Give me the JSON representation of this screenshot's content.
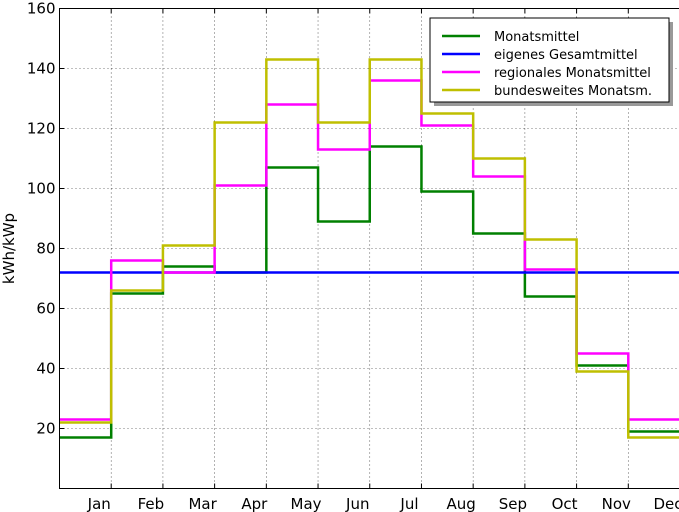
{
  "chart_data": {
    "type": "line",
    "step": "post",
    "categories": [
      "Jan",
      "Feb",
      "Mar",
      "Apr",
      "May",
      "Jun",
      "Jul",
      "Aug",
      "Sep",
      "Oct",
      "Nov",
      "Dec"
    ],
    "ylabel": "kWh/kWp",
    "ylim": [
      0,
      160
    ],
    "yticks": [
      20,
      40,
      60,
      80,
      100,
      120,
      140,
      160
    ],
    "grid": true,
    "legend_position": "top-right",
    "series": [
      {
        "name": "Monatsmittel",
        "color": "#008000",
        "values": [
          17,
          65,
          74,
          72,
          107,
          89,
          114,
          99,
          85,
          64,
          41,
          19
        ]
      },
      {
        "name": "eigenes Gesamtmittel",
        "color": "#0000ff",
        "values": [
          72,
          72,
          72,
          72,
          72,
          72,
          72,
          72,
          72,
          72,
          72,
          72
        ]
      },
      {
        "name": "regionales Monatsmittel",
        "color": "#ff00ff",
        "values": [
          23,
          76,
          72,
          101,
          128,
          113,
          136,
          121,
          104,
          73,
          45,
          23
        ]
      },
      {
        "name": "bundesweites Monatsm.",
        "color": "#bfbf00",
        "values": [
          22,
          66,
          81,
          122,
          143,
          122,
          143,
          125,
          110,
          83,
          39,
          17
        ]
      }
    ]
  }
}
